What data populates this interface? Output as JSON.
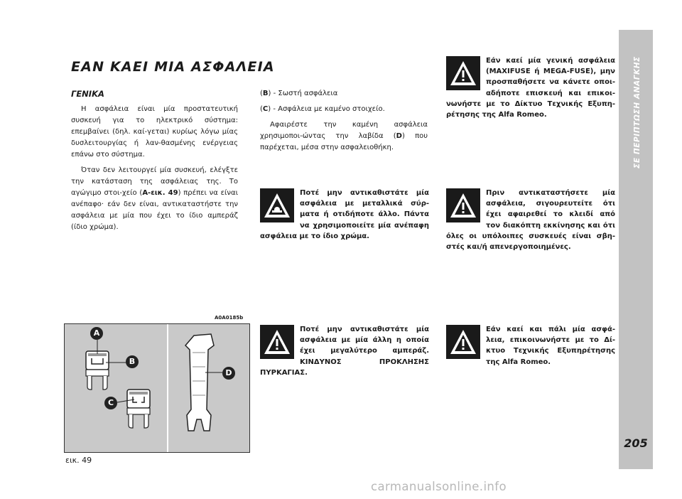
{
  "page_title": "ΕΑΝ ΚΑΕΙ ΜΙΑ ΑΣΦΑΛΕΙΑ",
  "section": {
    "subtitle": "ΓΕΝΙΚΑ",
    "p1": "Η ασφάλεια είναι μία προστατευτική συσκευή για το ηλεκτρικό σύστημα: επεμβαίνει (δηλ. καί-γεται) κυρίως λόγω μίας δυσλειτουργίας ή λαν-θασμένης ενέργειας επάνω στο σύστημα.",
    "p2_before": "Όταν δεν λειτουργεί μία συσκευή, ελέγξτε την κατάσταση της ασφάλειας της. Το αγώγιμο στοι-χείο (",
    "p2_ref": "Α-εικ. 49",
    "p2_after": ") πρέπει να είναι ανέπαφο· εάν δεν είναι, αντικαταστήστε την ασφάλεια με μία που έχει το ίδιο αμπεράζ (ίδιο χρώμα)."
  },
  "legend": {
    "b_letter": "B",
    "b_text": " - Σωστή ασφάλεια",
    "c_letter": "C",
    "c_text": " - Ασφάλεια με καμένο στοιχείο.",
    "d_before": "Αφαιρέστε την καμένη ασφάλεια χρησιμοποι-ώντας την λαβίδα (",
    "d_letter": "D",
    "d_after": ") που παρέχεται, μέσα στην ασφαλειοθήκη."
  },
  "warnings": {
    "w1": "Ποτέ μην αντικαθιστάτε μία ασφάλεια με μεταλλικά σύρ-ματα ή οτιδήποτε άλλο. Πάντα να χρησιμοποιείτε μία ανέπαφη ασφάλεια με το ίδιο χρώμα.",
    "w2": "Ποτέ μην αντικαθιστάτε μία ασφάλεια με μία άλλη η οποία έχει μεγαλύτερο αμπεράζ. ΚΙΝΔΥΝΟΣ ΠΡΟΚΛΗΣΗΣ ΠΥΡΚΑΓΙΑΣ.",
    "w3": "Εάν καεί μία γενική ασφάλεια (MAXIFUSE ή MEGA-FUSE), μην προσπαθήσετε να κάνετε οποι-αδήποτε επισκευή και επικοι-νωνήστε με το Δίκτυο Τεχνικής Εξυπη-ρέτησης της Alfa Romeo.",
    "w4": "Πριν αντικαταστήσετε μία ασφάλεια, σιγουρευτείτε ότι έχει αφαιρεθεί το κλειδί από τον διακόπτη εκκίνησης και ότι όλες οι υπόλοιπες συσκευές είναι σβη-στές και/ή απενεργοποιημένες.",
    "w5": "Εάν καεί και πάλι μία ασφά-λεια, επικοινωνήστε με το Δί-κτυο Τεχνικής Εξυπηρέτησης της Alfa Romeo."
  },
  "figure": {
    "code": "A0A0185b",
    "caption": "εικ. 49",
    "labels": {
      "a": "A",
      "b": "B",
      "c": "C",
      "d": "D"
    }
  },
  "sidebar": {
    "label": "ΣΕ ΠΕΡΙΠΤΩΣΗ ΑΝΑΓΚΗΣ",
    "page_number": "205"
  },
  "watermark": "carmanualsonline.info",
  "colors": {
    "text": "#1a1a1a",
    "sidebar": "#c2c2c2",
    "figure_bg": "#c9c9c9",
    "callout": "#1a1a1a"
  }
}
